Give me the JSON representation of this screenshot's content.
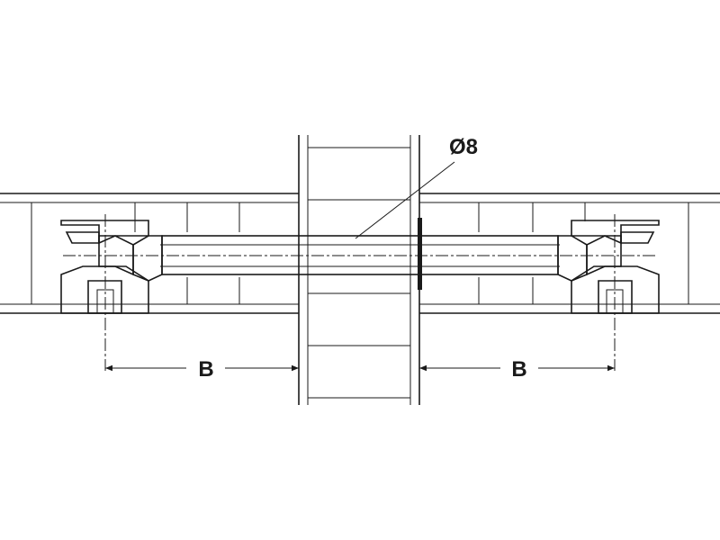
{
  "diagram": {
    "diameter_label": "Ø8",
    "dimension_left_label": "B",
    "dimension_right_label": "B"
  },
  "colors": {
    "line": "#1a1a1a",
    "background": "#ffffff"
  }
}
